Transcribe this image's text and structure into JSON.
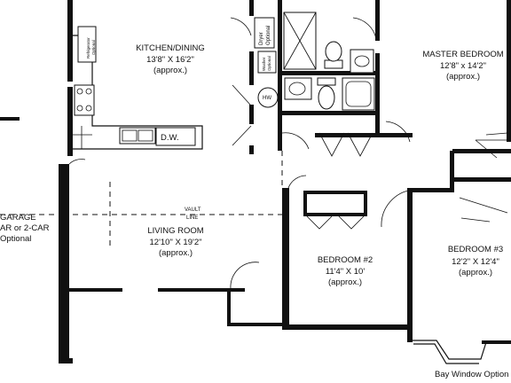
{
  "rooms": {
    "kitchen": {
      "name": "KITCHEN/DINING",
      "size": "13'8\" X 16'2\"",
      "note": "(approx.)"
    },
    "master": {
      "name": "MASTER BEDROOM",
      "size": "12'8\" x 14'2\"",
      "note": "(approx.)"
    },
    "living": {
      "name": "LIVING ROOM",
      "size": "12'10\" X 19'2\"",
      "note": "(approx.)"
    },
    "bed2": {
      "name": "BEDROOM #2",
      "size": "11'4\" X 10'",
      "note": "(approx.)"
    },
    "bed3": {
      "name": "BEDROOM #3",
      "size": "12'2\" X 12'4\"",
      "note": "(approx.)"
    },
    "garage": {
      "name": "GARAGE",
      "size": "AR or 2-CAR",
      "note": "Optional"
    }
  },
  "labels": {
    "vault_1": "VAULT",
    "vault_2": "LINE",
    "dw": "D.W.",
    "hw": "HW",
    "dryer_1": "Dryer",
    "dryer_2": "Optional",
    "washer_1": "Washer",
    "washer_2": "Optional",
    "fridge_1": "Refrigerator",
    "fridge_2": "Optional",
    "bay_window": "Bay Window Option"
  }
}
